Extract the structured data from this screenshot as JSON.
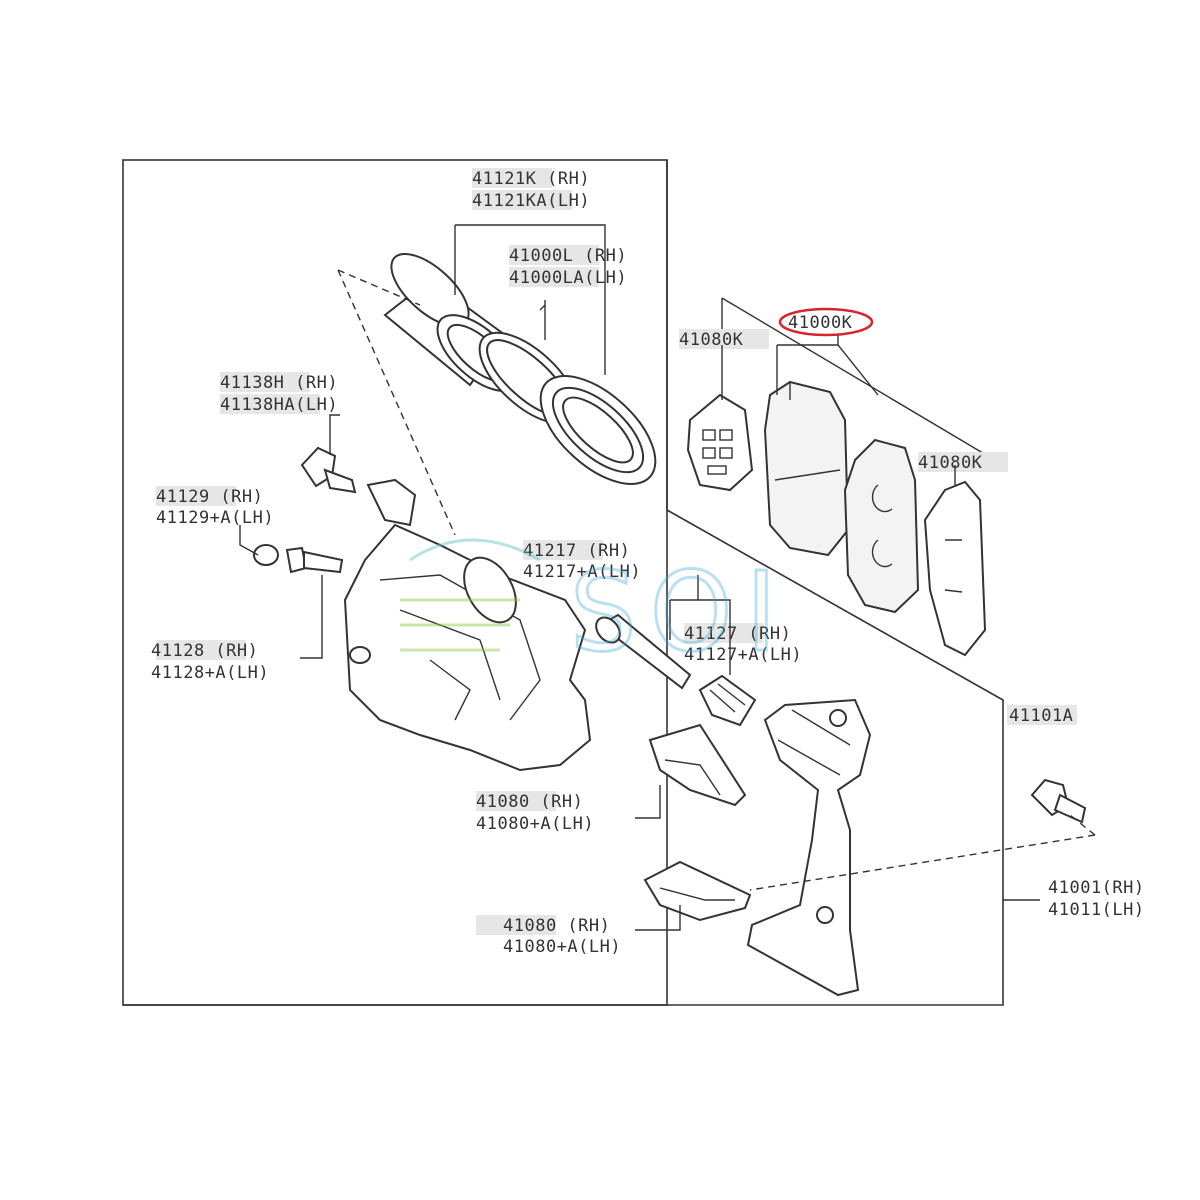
{
  "labels": {
    "piston_rh": "41121K  (RH)",
    "piston_lh": "41121KA(LH)",
    "seal_kit_rh": "41000L  (RH)",
    "seal_kit_lh": "41000LA(LH)",
    "bleeder_rh": "41138H (RH)",
    "bleeder_lh": "41138HA(LH)",
    "cap_rh": "41129     (RH)",
    "cap_lh": "41129+A(LH)",
    "bolt_rh": "41128     (RH)",
    "bolt_lh": "41128+A(LH)",
    "pin_rh": "41217        (RH)",
    "pin_lh": "41217+A(LH)",
    "boot_rh": "41127     (RH)",
    "boot_lh": "41127+A(LH)",
    "shim_left": "41080K",
    "pad_kit": "41000K",
    "shim_right": "41080K",
    "support_bolt": "41101A",
    "clip_upper_rh": "41080     (RH)",
    "clip_upper_lh": "41080+A(LH)",
    "clip_lower_rh": "41080     (RH)",
    "clip_lower_lh": "41080+A(LH)",
    "support_rh": "41001(RH)",
    "support_lh": "41011(LH)"
  },
  "highlight_color": "#d9232d",
  "watermark": {
    "text": "SOI",
    "colors": [
      "#3aa7d6",
      "#8ec63f",
      "#5bc0be"
    ]
  }
}
